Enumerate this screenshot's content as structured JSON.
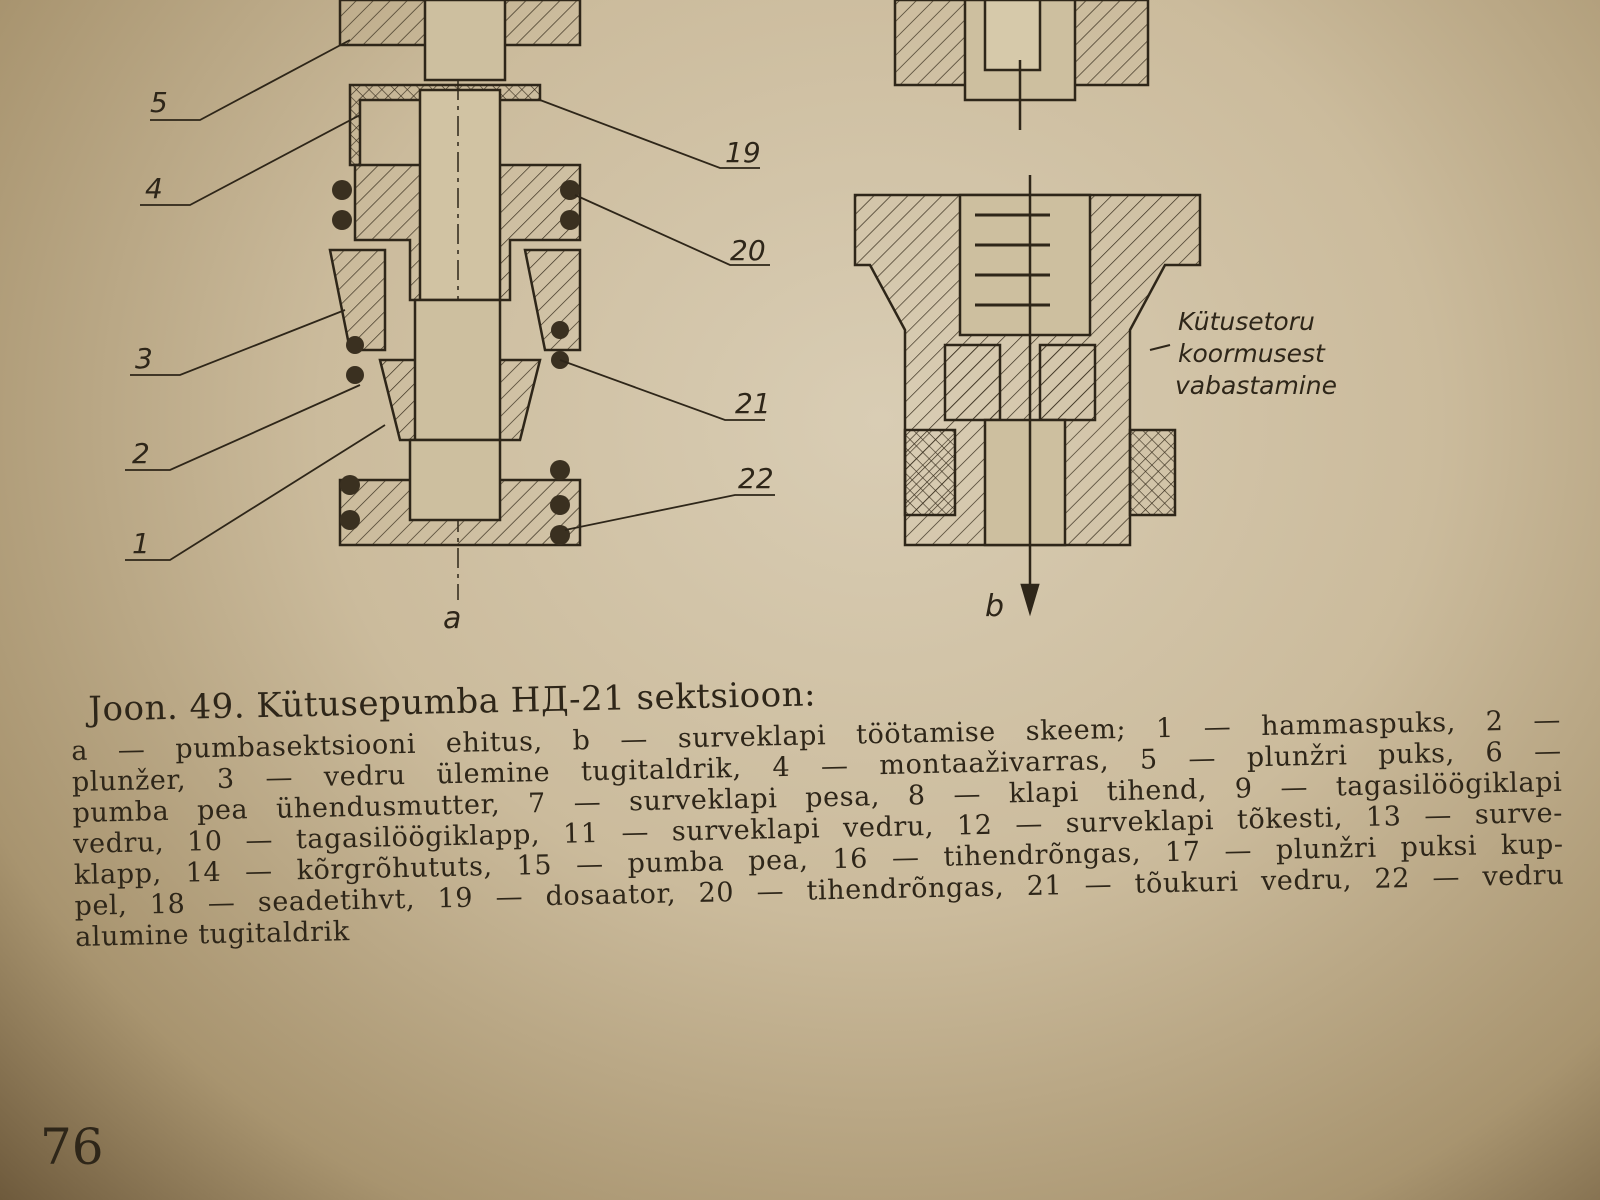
{
  "figure": {
    "labels_a": [
      "5",
      "4",
      "19",
      "20",
      "3",
      "21",
      "2",
      "22",
      "1"
    ],
    "sublabel_a": "a",
    "sublabel_b": "b",
    "annotation_b": [
      "Kütusetoru",
      "koormusest",
      "vabastamine"
    ]
  },
  "caption": {
    "title": "Joon. 49. Kütusepumba НД-21 sektsioon:",
    "lines": [
      "a — pumbasektsiooni ehitus, b — surveklapi töötamise skeem; 1 — hammaspuks, 2 —",
      "plunžer, 3 — vedru ülemine tugitaldrik, 4 — montaaživarras, 5 — plunžri puks, 6 —",
      "pumba pea ühendusmutter, 7 — surveklapi pesa, 8 — klapi tihend, 9 — tagasilöögiklapi",
      "vedru, 10 — tagasilöögiklapp, 11 — surveklapi vedru, 12 — surveklapi tõkesti, 13 — surve-",
      "klapp, 14 — kõrgrõhututs, 15 — pumba pea, 16 — tihendrõngas, 17 — plunžri puksi kup-",
      "pel, 18 — seadetihvt, 19 — dosaator, 20 — tihendrõngas, 21 — tõukuri vedru, 22 — vedru",
      "alumine tugitaldrik"
    ]
  },
  "page_number": "76"
}
